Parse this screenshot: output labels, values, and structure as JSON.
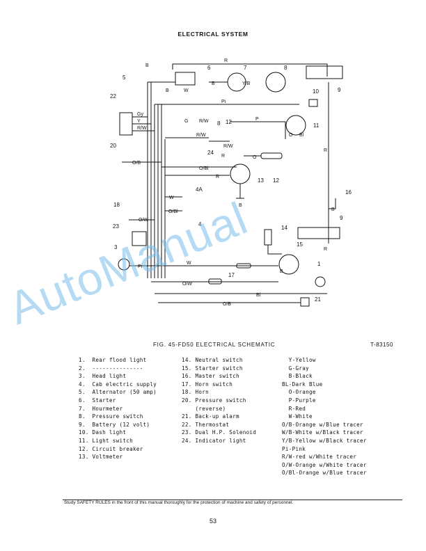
{
  "header": {
    "title": "ELECTRICAL SYSTEM"
  },
  "figure": {
    "caption": "FIG. 45-FD50   ELECTRICAL SCHEMATIC",
    "number": "T-83150"
  },
  "legend": {
    "col1": [
      "1.  Rear flood light",
      "2.  ---------------",
      "3.  Head light",
      "4.  Cab electric supply",
      "5.  Alternator (50 amp)",
      "6.  Starter",
      "7.  Hourmeter",
      "8.  Pressure switch",
      "9.  Battery (12 volt)",
      "10. Dash light",
      "11. Light switch",
      "12. Circuit breaker",
      "13. Voltmeter"
    ],
    "col2": [
      "14. Neutral switch",
      "15. Starter switch",
      "16. Master switch",
      "17. Horn switch",
      "18. Horn",
      "20. Pressure switch",
      "    (reverse)",
      "21. Back-up alarm",
      "22. Thermostat",
      "23. Dual H.P. Solenoid",
      "24. Indicator light"
    ],
    "col3": [
      "  Y-Yellow",
      "  G-Gray",
      "  B-Black",
      "BL-Dark Blue",
      "  O-Orange",
      "  P-Purple",
      "  R-Red",
      "  W-White",
      "O/B-Orange w/Blue tracer",
      "W/B-White w/Black tracer",
      "Y/B-Yellow w/Black tracer",
      "Pi-Pink",
      "R/W-red w/White tracer",
      "O/W-Orange w/White tracer",
      "O/Bl-Orange w/Blue tracer"
    ]
  },
  "diagram": {
    "component_numbers": [
      "1",
      "3",
      "4",
      "4A",
      "5",
      "6",
      "7",
      "8",
      "8",
      "9",
      "9",
      "10",
      "11",
      "12",
      "12",
      "13",
      "14",
      "15",
      "16",
      "17",
      "18",
      "20",
      "21",
      "22",
      "23",
      "24"
    ],
    "wire_labels": [
      "B",
      "B",
      "R",
      "W",
      "B",
      "Y/B",
      "R",
      "Pi",
      "Gy",
      "Y",
      "R/W",
      "G",
      "R/W",
      "R/W",
      "P",
      "O",
      "Bl",
      "R",
      "O/B",
      "R/W",
      "O/Bl",
      "R",
      "O",
      "B",
      "B",
      "R",
      "W",
      "O/W",
      "O/Bl",
      "Pi",
      "W",
      "O/W",
      "B",
      "Bl",
      "O/B"
    ]
  },
  "watermark": "AutoManual",
  "footer": {
    "note": "Study SAFETY RULES in the front of this manual thoroughly for the protection of machine and safety of personnel.",
    "page_number": "53"
  }
}
